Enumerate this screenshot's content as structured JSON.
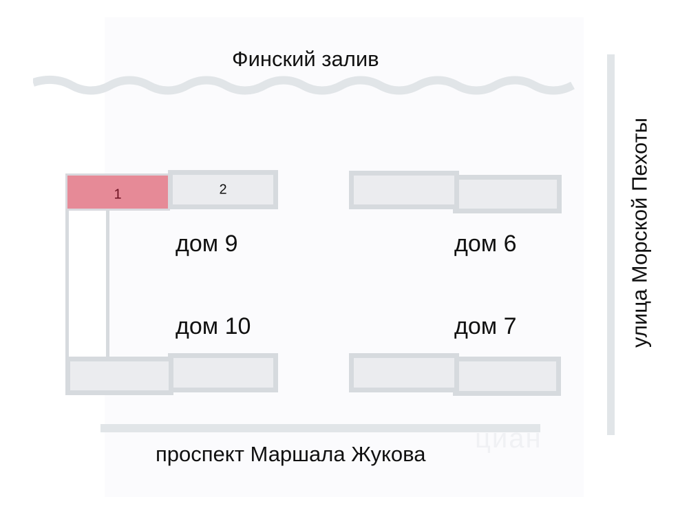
{
  "map": {
    "water_label": "Финский залив",
    "street_bottom": "проспект Маршала Жукова",
    "street_right": "улица Морской Пехоты",
    "watermark": "циан",
    "colors": {
      "selected_section": "#e68a97",
      "selected_section_text": "#6b1020",
      "building_fill": "#ebecef",
      "building_border": "#d6dade",
      "road": "#e1e5e8",
      "water": "#e1e5e8"
    },
    "houses": [
      {
        "label": "дом 9",
        "sections": [
          {
            "number": "1",
            "selected": true
          },
          {
            "number": "2",
            "selected": false
          }
        ]
      },
      {
        "label": "дом 10"
      },
      {
        "label": "дом 6"
      },
      {
        "label": "дом 7"
      }
    ]
  }
}
